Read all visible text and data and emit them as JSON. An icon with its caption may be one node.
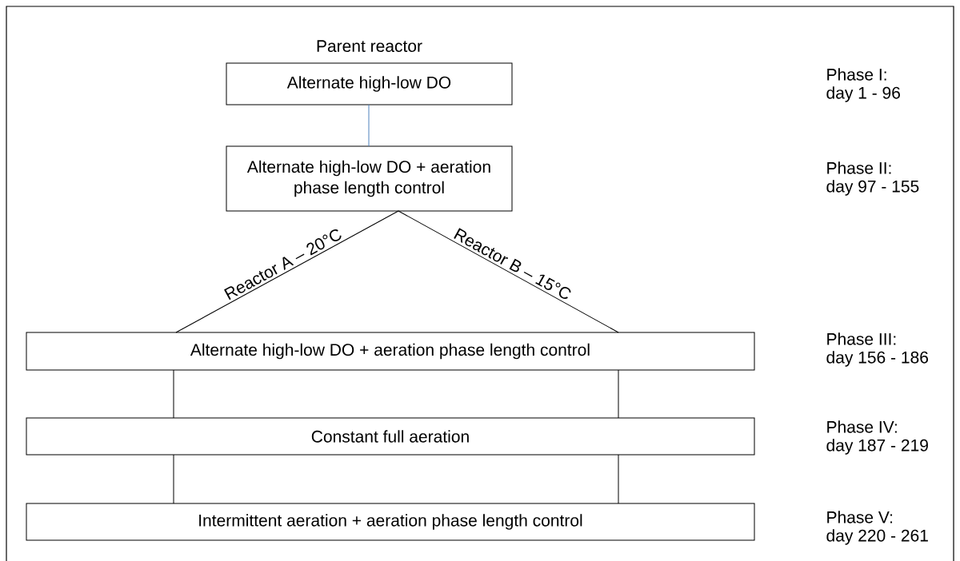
{
  "diagram": {
    "nodes": [
      {
        "text": [
          "Parent reactor",
          "Alternate high-low DO"
        ]
      },
      {
        "text": [
          "Alternate high-low DO + aeration phase length control"
        ]
      },
      {
        "text": [
          "Alternate high-low DO + aeration phase length control"
        ]
      },
      {
        "text": [
          "Constant full aeration"
        ]
      },
      {
        "text": [
          "Intermittent aeration + aeration phase length control"
        ]
      }
    ],
    "labels": [
      "Phase I:",
      "day 1 - 96",
      "Phase II:",
      "day 97 - 155",
      "Phase III:",
      "day 156 - 186",
      "Phase IV:",
      "day 187 - 219",
      "Phase V:",
      "day 220 - 261"
    ],
    "edges": [
      {
        "from": 0,
        "to": 1,
        "arrow": "none",
        "color": "#4f81bd"
      },
      {
        "from": 1,
        "to": 2,
        "arrow": "none",
        "label": "Reactor A – 20°C"
      },
      {
        "from": 1,
        "to": 2,
        "arrow": "none",
        "label": "Reactor B – 15°C"
      },
      {
        "from": 2,
        "to": 3,
        "arrow": "none"
      },
      {
        "from": 2,
        "to": 3,
        "arrow": "none"
      },
      {
        "from": 3,
        "to": 4,
        "arrow": "none"
      },
      {
        "from": 3,
        "to": 4,
        "arrow": "none"
      }
    ]
  }
}
